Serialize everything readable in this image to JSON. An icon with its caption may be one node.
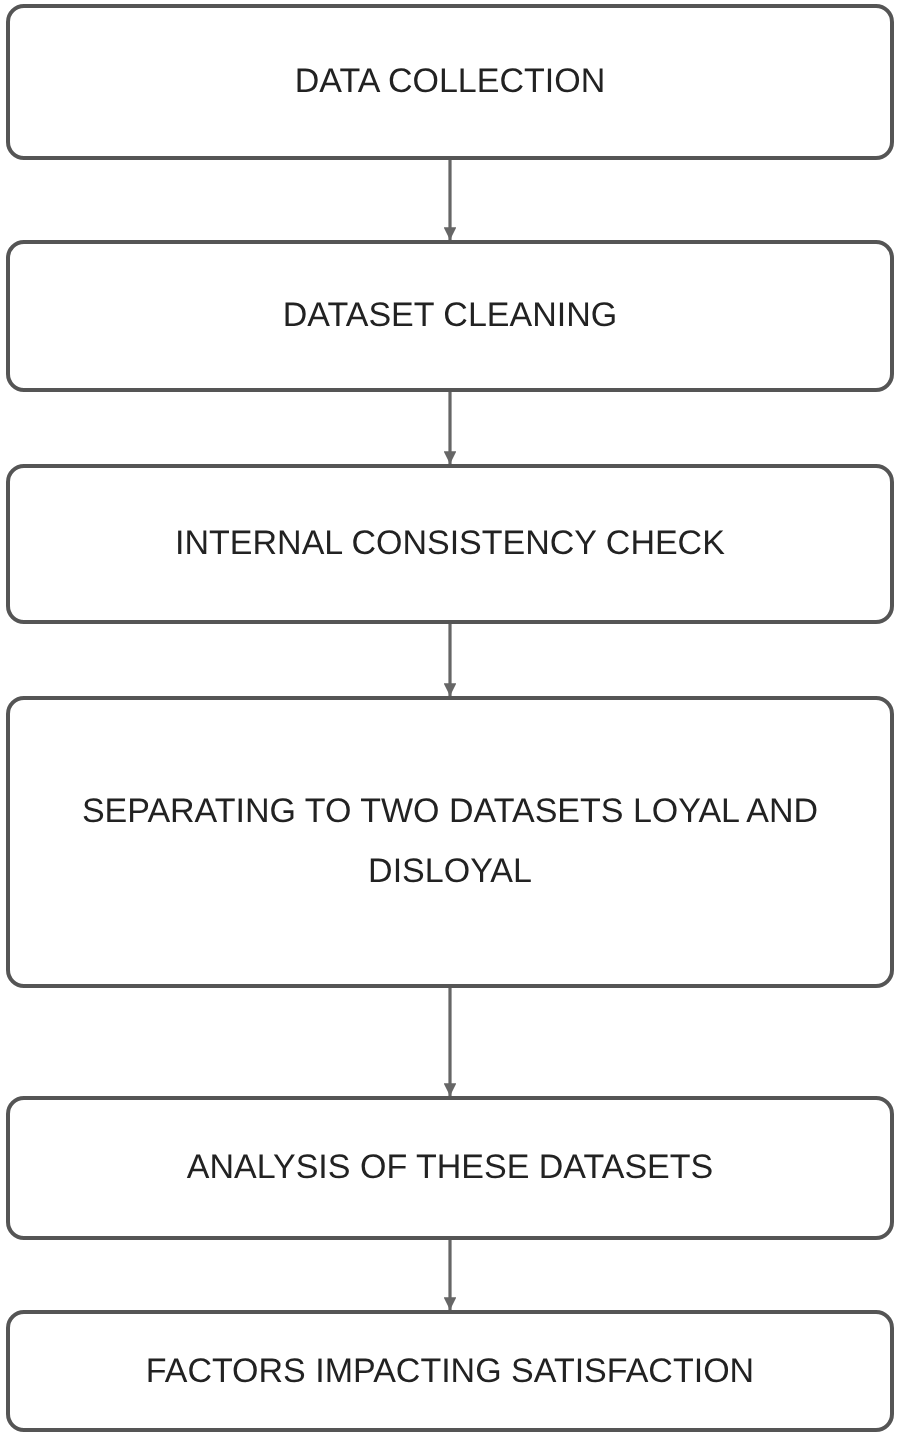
{
  "diagram": {
    "nodes": [
      {
        "text": [
          "DATA COLLECTION"
        ]
      },
      {
        "text": [
          "DATASET CLEANING"
        ]
      },
      {
        "text": [
          "INTERNAL CONSISTENCY CHECK"
        ]
      },
      {
        "text": [
          "SEPARATING TO TWO DATASETS LOYAL AND DISLOYAL"
        ]
      },
      {
        "text": [
          "ANALYSIS OF THESE DATASETS"
        ]
      },
      {
        "text": [
          "FACTORS IMPACTING SATISFACTION"
        ]
      }
    ],
    "edges": [
      {
        "from": 0,
        "to": 1,
        "arrow": "to"
      },
      {
        "from": 1,
        "to": 2,
        "arrow": "to"
      },
      {
        "from": 2,
        "to": 3,
        "arrow": "to"
      },
      {
        "from": 3,
        "to": 4,
        "arrow": "to"
      },
      {
        "from": 4,
        "to": 5,
        "arrow": "to"
      }
    ]
  }
}
